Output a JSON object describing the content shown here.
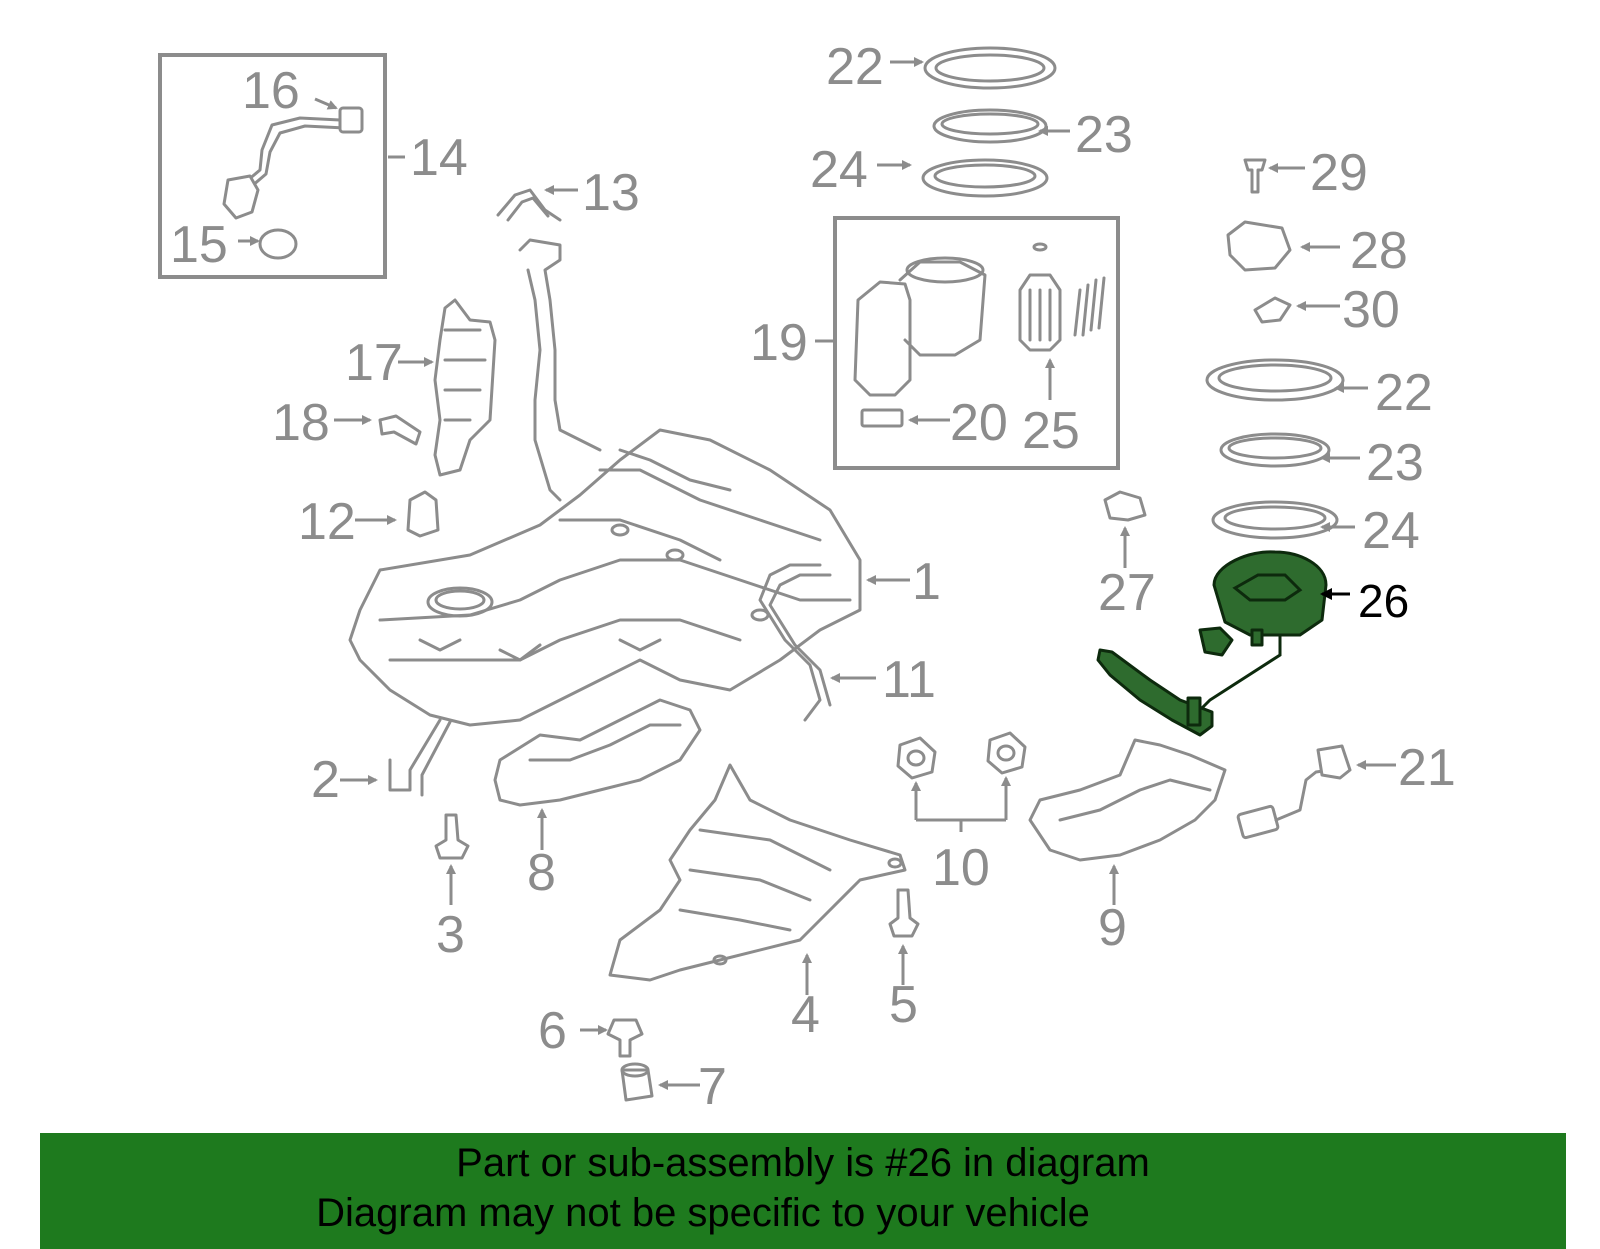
{
  "callouts": {
    "n1": "1",
    "n2": "2",
    "n3": "3",
    "n4": "4",
    "n5": "5",
    "n6": "6",
    "n7": "7",
    "n8": "8",
    "n9": "9",
    "n10": "10",
    "n11": "11",
    "n12": "12",
    "n13": "13",
    "n14": "14",
    "n15": "15",
    "n16": "16",
    "n17": "17",
    "n18": "18",
    "n19": "19",
    "n20": "20",
    "n21": "21",
    "n22": "22",
    "n23": "23",
    "n24": "24",
    "n25": "25",
    "n26": "26",
    "n27": "27",
    "n28": "28",
    "n29": "29",
    "n30": "30"
  },
  "highlight": {
    "part_number": "26",
    "color": "#2e6b2e"
  },
  "banner": {
    "line1": "Part or sub-assembly is #26 in diagram",
    "line2": "Diagram may not be specific to your vehicle",
    "background": "#1e7a1e"
  }
}
